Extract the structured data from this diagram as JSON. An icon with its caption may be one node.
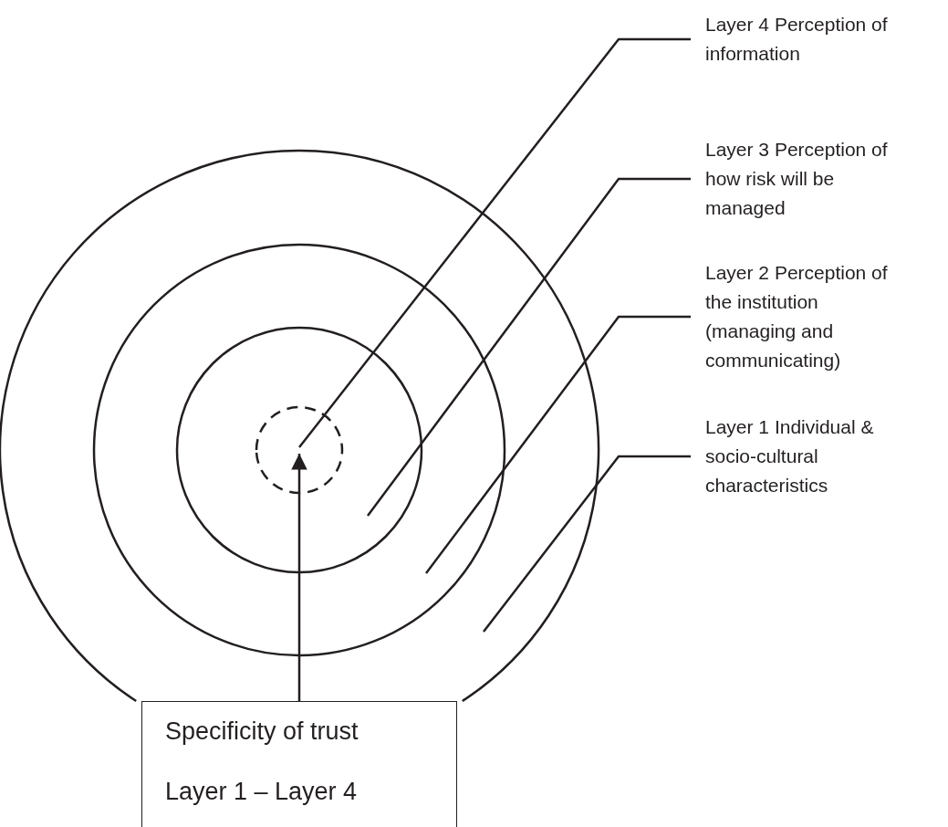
{
  "diagram": {
    "nodes": [
      {
        "text": [],
        "shape": "circle"
      },
      {
        "text": [],
        "shape": "circle",
        "in": 0
      },
      {
        "text": [],
        "shape": "circle",
        "in": 1
      },
      {
        "text": [],
        "shape": "circle",
        "in": 2
      },
      {
        "text": [
          "Layer 4 Perception of information"
        ]
      },
      {
        "text": [
          "Layer 3 Perception of how risk will be managed"
        ]
      },
      {
        "text": [
          "Layer 2 Perception of the institution (managing and communicating)"
        ]
      },
      {
        "text": [
          "Layer 1 Individual & socio-cultural characteristics"
        ]
      },
      {
        "text": [
          "Specificity of trust",
          "Layer 1 – Layer 4"
        ]
      }
    ],
    "edges": [
      {
        "from": 4,
        "to": 3,
        "arrow": "none"
      },
      {
        "from": 5,
        "to": 2,
        "arrow": "none"
      },
      {
        "from": 6,
        "to": 1,
        "arrow": "none"
      },
      {
        "from": 7,
        "to": 0,
        "arrow": "none"
      },
      {
        "from": 8,
        "to": 3,
        "arrow": "to"
      }
    ]
  }
}
